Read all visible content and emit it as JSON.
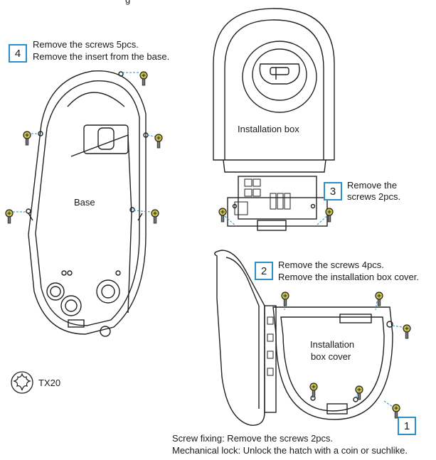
{
  "header_fragment": "g",
  "step4": {
    "number": "4",
    "line1": "Remove the screws 5pcs.",
    "line2": "Remove the insert from the base."
  },
  "step3": {
    "number": "3",
    "line1": "Remove the",
    "line2": "screws 2pcs."
  },
  "step2": {
    "number": "2",
    "line1": "Remove the screws 4pcs.",
    "line2": "Remove the installation box cover."
  },
  "step1": {
    "number": "1",
    "line1": "Screw fixing: Remove the screws 2pcs.",
    "line2": "Mechanical lock: Unlock the hatch with a coin or suchlike."
  },
  "labels": {
    "base": "Base",
    "installation_box": "Installation box",
    "box_cover_line1": "Installation",
    "box_cover_line2": "box cover",
    "tool": "TX20"
  },
  "colors": {
    "accent": "#2b8fc9",
    "line": "#222222",
    "screw": "#c9c24a"
  },
  "icons": [
    "torx-tx20-icon",
    "screw-icon"
  ]
}
